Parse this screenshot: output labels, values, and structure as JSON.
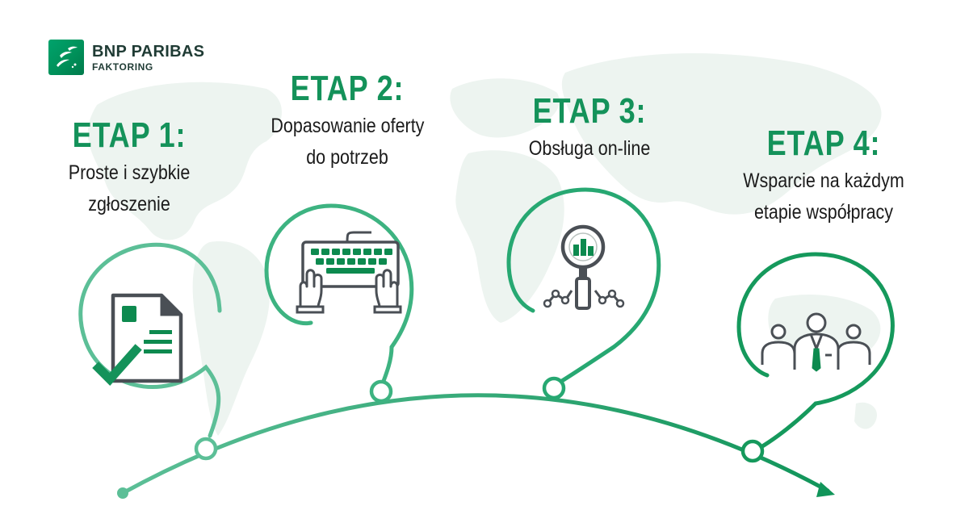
{
  "brand": {
    "name": "BNP PARIBAS",
    "sub": "FAKTORING"
  },
  "stages": [
    {
      "title": "ETAP 1:",
      "desc_line1": "Proste i szybkie",
      "desc_line2": "zgłoszenie",
      "icon": "document-checkmark-icon",
      "color": "#5cbf97"
    },
    {
      "title": "ETAP 2:",
      "desc_line1": "Dopasowanie oferty",
      "desc_line2": "do potrzeb",
      "icon": "keyboard-typing-hands-icon",
      "color": "#3db381"
    },
    {
      "title": "ETAP 3:",
      "desc_line1": "Obsługa on-line",
      "icon": "magnifier-chart-icon",
      "color": "#27a872"
    },
    {
      "title": "ETAP 4:",
      "desc_line1": "Wsparcie na każdym",
      "desc_line2": "etapie współpracy",
      "icon": "team-people-icon",
      "color": "#15995c"
    }
  ],
  "colors": {
    "title_green": "#14925a",
    "text_dark": "#1b1b1b",
    "icon_gray": "#4a4f55",
    "map_tint": "#eef4f1"
  }
}
